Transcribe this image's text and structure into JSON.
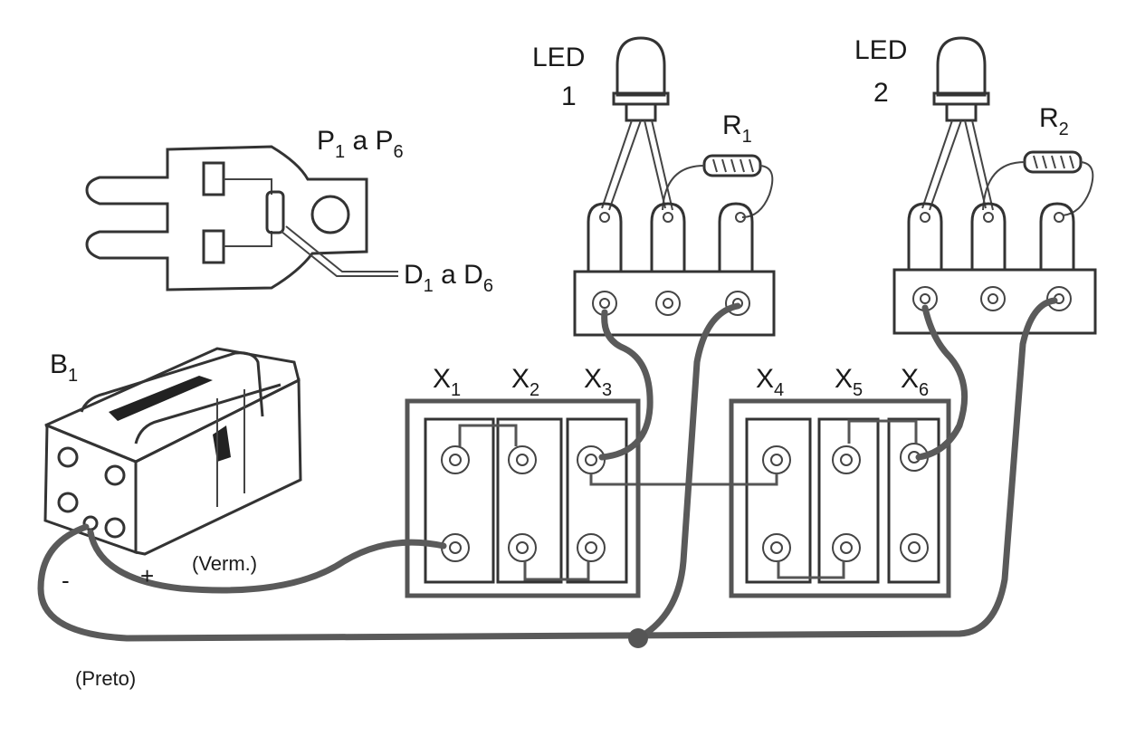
{
  "labels": {
    "led1_title": "LED",
    "led1_num": "1",
    "led2_title": "LED",
    "led2_num": "2",
    "r1": "R",
    "r1_sub": "1",
    "r2": "R",
    "r2_sub": "2",
    "plug_p": "P",
    "plug_p_sub": "1",
    "plug_a": " a P",
    "plug_p6_sub": "6",
    "diode_d": "D",
    "diode_d_sub": "1",
    "diode_a": " a D",
    "diode_d6_sub": "6",
    "battery": "B",
    "battery_sub": "1",
    "minus": "-",
    "plus": "+",
    "verm": "(Verm.)",
    "preto": "(Preto)",
    "x": [
      "X",
      "X",
      "X",
      "X",
      "X",
      "X"
    ],
    "x_sub": [
      "1",
      "2",
      "3",
      "4",
      "5",
      "6"
    ]
  },
  "colors": {
    "ink": "#333333",
    "wire": "#5a5a5a",
    "background": "#ffffff"
  }
}
